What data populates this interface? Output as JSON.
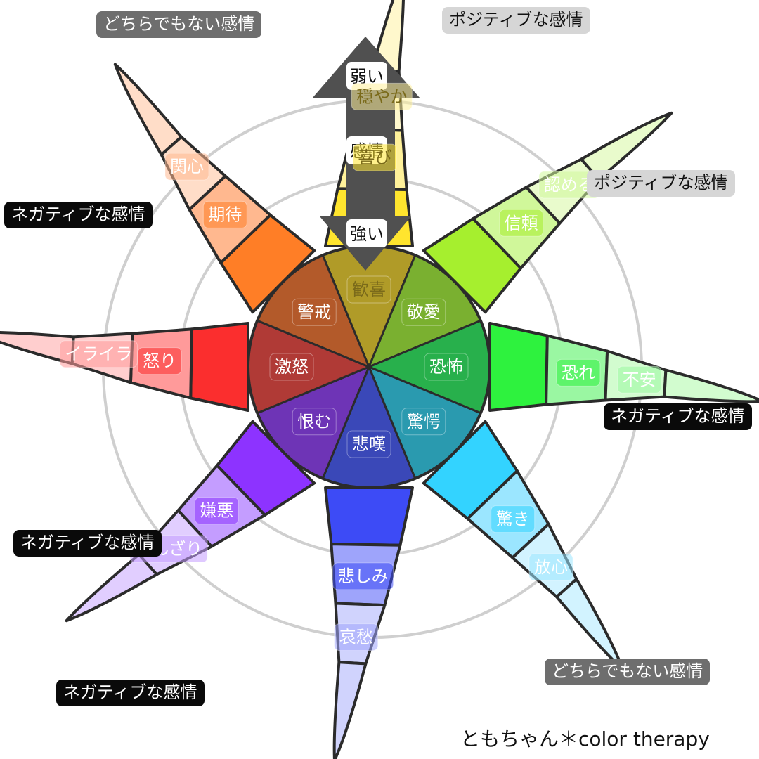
{
  "credit": "ともちゃん＊color therapy",
  "arrow": {
    "weak": "弱い",
    "emotion": "感情",
    "strong": "強い"
  },
  "category_labels": {
    "neutral_top": "どちらでもない感情",
    "positive_top": "ポジティブな感情",
    "positive_right": "ポジティブな感情",
    "negative_left": "ネガティブな感情",
    "negative_right": "ネガティブな感情",
    "negative_lower_left": "ネガティブな感情",
    "negative_bottom": "ネガティブな感情",
    "neutral_bottom": "どちらでもない感情"
  },
  "petals": [
    {
      "name": "joy",
      "center": "歓喜",
      "mid": "喜び",
      "outer": "穏やか",
      "colors": {
        "inner": "#b09b28",
        "mid": "#ffe52e",
        "outer": "#fff19a",
        "tip": "#fff8cc",
        "text": "#7a6a1a"
      }
    },
    {
      "name": "trust",
      "center": "敬愛",
      "mid": "信頼",
      "outer": "認める",
      "colors": {
        "inner": "#7ab030",
        "mid": "#a6ef2e",
        "outer": "#d0f79a",
        "tip": "#e9fbcc",
        "text": "#ffffff"
      }
    },
    {
      "name": "fear",
      "center": "恐怖",
      "mid": "恐れ",
      "outer": "不安",
      "colors": {
        "inner": "#28b04c",
        "mid": "#2ef23e",
        "outer": "#9af7a2",
        "tip": "#d2fccf",
        "text": "#ffffff"
      }
    },
    {
      "name": "surprise",
      "center": "驚愕",
      "mid": "驚き",
      "outer": "放心",
      "colors": {
        "inner": "#2a9aaf",
        "mid": "#33d3ff",
        "outer": "#9be6ff",
        "tip": "#d2f3ff",
        "text": "#ffffff"
      }
    },
    {
      "name": "sadness",
      "center": "悲嘆",
      "mid": "悲しみ",
      "outer": "哀愁",
      "colors": {
        "inner": "#3a48b8",
        "mid": "#3d4bf6",
        "outer": "#9ea4fb",
        "tip": "#d0d3fd",
        "text": "#ffffff"
      }
    },
    {
      "name": "disgust",
      "center": "恨む",
      "mid": "嫌悪",
      "outer": "うんざり",
      "colors": {
        "inner": "#6e34b6",
        "mid": "#8d33ff",
        "outer": "#c49dff",
        "tip": "#e1ceff",
        "text": "#ffffff"
      }
    },
    {
      "name": "anger",
      "center": "激怒",
      "mid": "怒り",
      "outer": "イライラ",
      "colors": {
        "inner": "#b03a36",
        "mid": "#fb2e2e",
        "outer": "#ff9a9a",
        "tip": "#ffcece",
        "text": "#ffffff"
      }
    },
    {
      "name": "anticipation",
      "center": "警戒",
      "mid": "期待",
      "outer": "関心",
      "colors": {
        "inner": "#b35a2a",
        "mid": "#ff7e26",
        "outer": "#ffb88f",
        "tip": "#ffddc8",
        "text": "#ffffff"
      }
    }
  ]
}
